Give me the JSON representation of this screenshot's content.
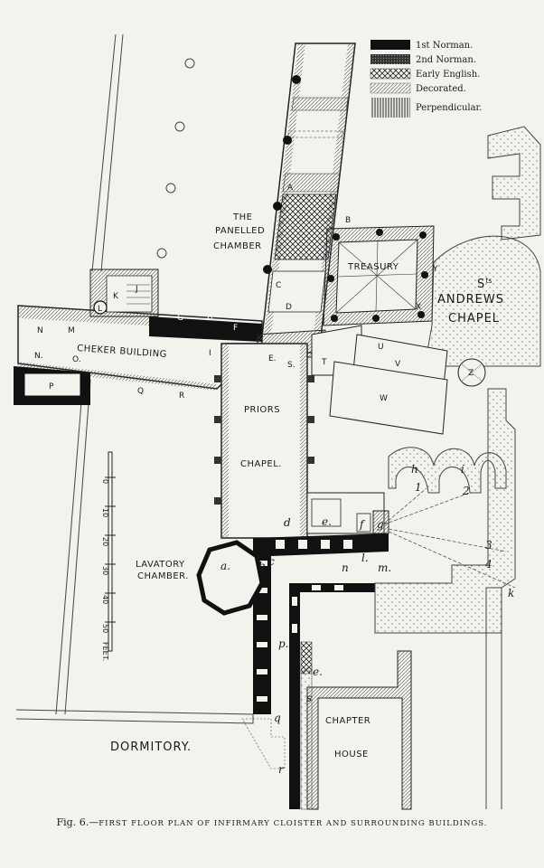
{
  "legend": [
    {
      "label": "1st Norman.",
      "pattern": "solid-black"
    },
    {
      "label": "2nd Norman.",
      "pattern": "dark-dots"
    },
    {
      "label": "Early English.",
      "pattern": "cross-hatch"
    },
    {
      "label": "Decorated.",
      "pattern": "light-hatch"
    },
    {
      "label": "Perpendicular.",
      "pattern": "vertical-lines"
    }
  ],
  "rooms": {
    "panelled_chamber": [
      "THE",
      "PANELLED",
      "CHAMBER"
    ],
    "treasury": "TREASURY",
    "st_andrews": [
      "S",
      "t",
      "s",
      "ANDREWS",
      "CHAPEL"
    ],
    "cheker_building": "CHEKER BUILDING",
    "priors_chapel": [
      "PRIORS",
      "CHAPEL."
    ],
    "lavatory_chamber": [
      "LAVATORY",
      "CHAMBER."
    ],
    "dormitory": "DORMITORY.",
    "chapter_house": [
      "CHAPTER",
      "HOUSE"
    ]
  },
  "letters": {
    "caps": [
      "A",
      "B",
      "C",
      "D",
      "E.",
      "S.",
      "F",
      "G",
      "H",
      "I",
      "J",
      "K",
      "L",
      "M",
      "N",
      "N.",
      "O.",
      "P",
      "Q",
      "R",
      "T",
      "U",
      "V",
      "W",
      "Y",
      "X",
      "Z"
    ],
    "italics": [
      "a.",
      "b",
      "c",
      "d",
      "e.",
      "f",
      "g",
      "h",
      "i",
      "k",
      "l.",
      "m.",
      "n",
      "p.",
      "q",
      "r",
      "s",
      "e.",
      "1",
      "2",
      "3",
      "4"
    ]
  },
  "scale": {
    "ticks": [
      "0",
      "10",
      "20",
      "30",
      "40",
      "50"
    ],
    "unit": "FEET."
  },
  "caption": {
    "fig": "Fig. 6.—",
    "text": "FIRST FLOOR PLAN OF INFIRMARY CLOISTER AND SURROUNDING BUILDINGS."
  }
}
